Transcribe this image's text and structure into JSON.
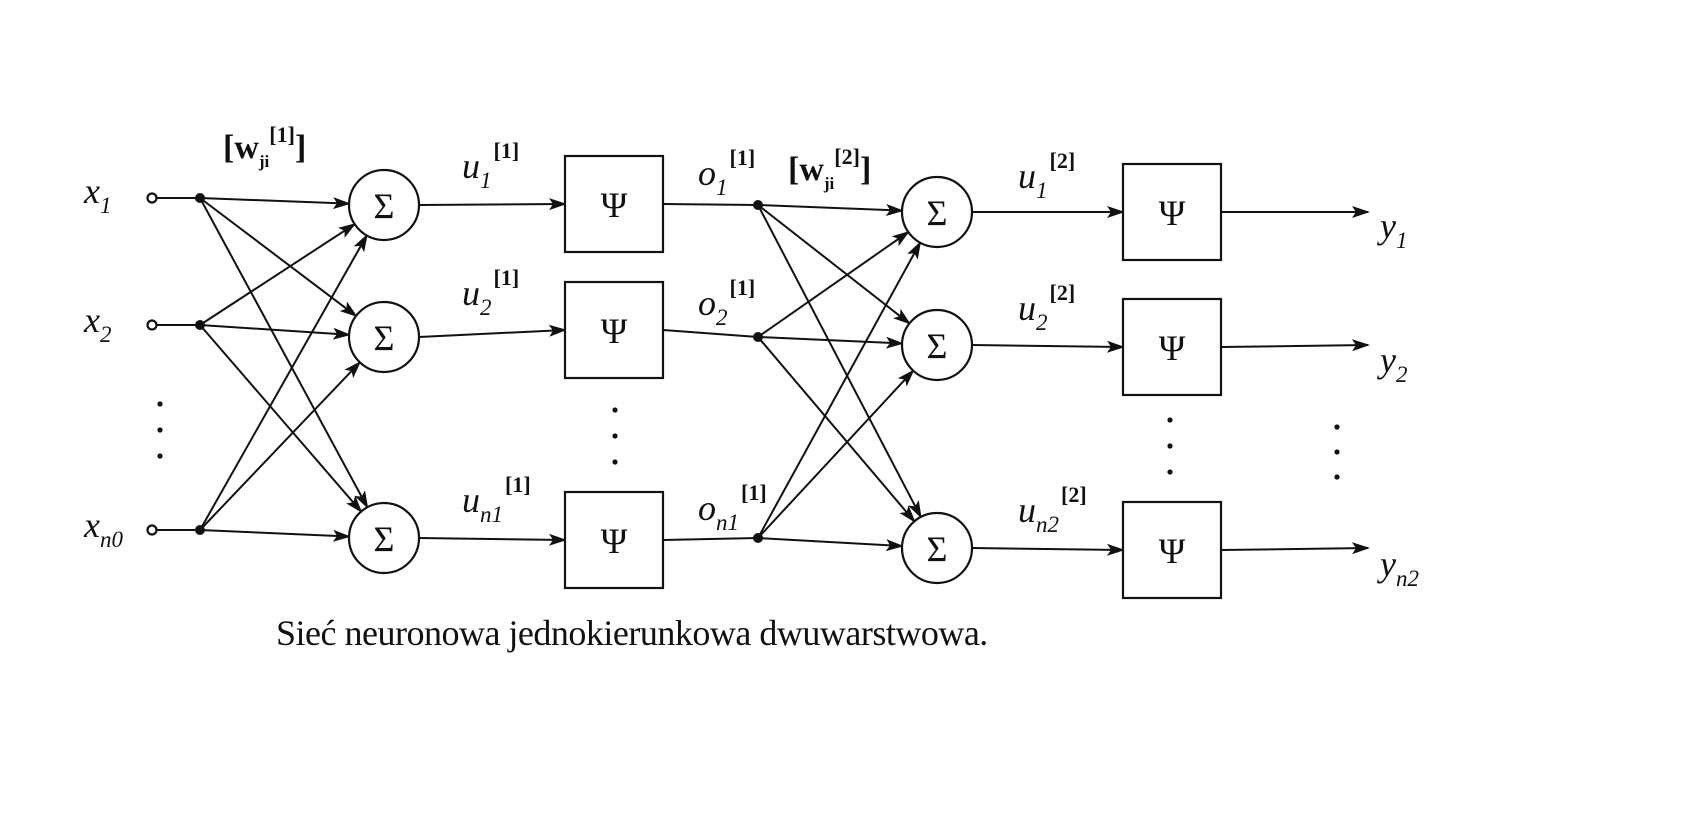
{
  "caption": "Sieć neuronowa jednokierunkowa dwuwarstwowa.",
  "symbols": {
    "sum": "Σ",
    "activation": "Ψ"
  },
  "inputs": [
    {
      "base": "x",
      "sub": "1"
    },
    {
      "base": "x",
      "sub": "2"
    },
    {
      "base": "x",
      "sub": "n0"
    }
  ],
  "weights": [
    {
      "base": "w",
      "sub": "ji",
      "sup": "[1]"
    },
    {
      "base": "w",
      "sub": "ji",
      "sup": "[2]"
    }
  ],
  "layer1_sums": [
    {
      "base": "u",
      "sub": "1",
      "sup": "[1]"
    },
    {
      "base": "u",
      "sub": "2",
      "sup": "[1]"
    },
    {
      "base": "u",
      "sub": "n1",
      "sup": "[1]"
    }
  ],
  "layer1_outputs": [
    {
      "base": "o",
      "sub": "1",
      "sup": "[1]"
    },
    {
      "base": "o",
      "sub": "2",
      "sup": "[1]"
    },
    {
      "base": "o",
      "sub": "n1",
      "sup": "[1]"
    }
  ],
  "layer2_sums": [
    {
      "base": "u",
      "sub": "1",
      "sup": "[2]"
    },
    {
      "base": "u",
      "sub": "2",
      "sup": "[2]"
    },
    {
      "base": "u",
      "sub": "n2",
      "sup": "[2]"
    }
  ],
  "outputs": [
    {
      "base": "y",
      "sub": "1"
    },
    {
      "base": "y",
      "sub": "2"
    },
    {
      "base": "y",
      "sub": "n2"
    }
  ]
}
